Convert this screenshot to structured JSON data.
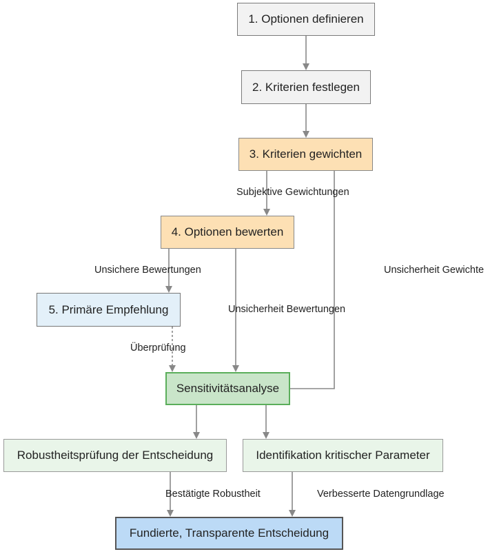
{
  "nodes": {
    "n1": "1. Optionen definieren",
    "n2": "2. Kriterien festlegen",
    "n3": "3. Kriterien gewichten",
    "n4": "4. Optionen bewerten",
    "n5": "5. Primäre Empfehlung",
    "n6": "Sensitivitätsanalyse",
    "n7": "Robustheitsprüfung der Entscheidung",
    "n8": "Identifikation kritischer Parameter",
    "n9": "Fundierte, Transparente Entscheidung"
  },
  "edge_labels": {
    "e3_4": "Subjektive Gewichtungen",
    "e4_5": "Unsichere Bewertungen",
    "e3_6": "Unsicherheit Gewichte",
    "e4_6": "Unsicherheit Bewertungen",
    "e5_6": "Überprüfung",
    "e7_9": "Bestätigte Robustheit",
    "e8_9": "Verbesserte Datengrundlage"
  },
  "colors": {
    "process": "#f2f2f2",
    "weighting": "#fde0b4",
    "recommendation": "#e3f0f9",
    "analysis": "#c9e5c9",
    "analysis_border": "#5aae5a",
    "outcome": "#e9f5e9",
    "final": "#bcdaf6",
    "edge": "#888888"
  }
}
